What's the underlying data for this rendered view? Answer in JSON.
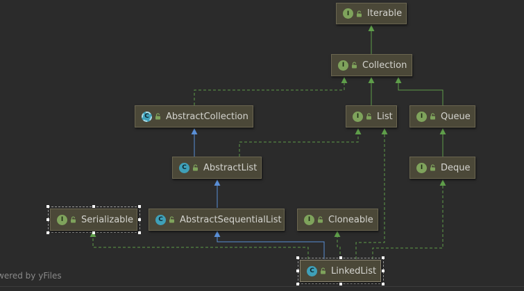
{
  "nodes": {
    "iterable": {
      "label": "Iterable",
      "kind": "interface"
    },
    "collection": {
      "label": "Collection",
      "kind": "interface"
    },
    "abstract_collection": {
      "label": "AbstractCollection",
      "kind": "abstract-class"
    },
    "list": {
      "label": "List",
      "kind": "interface"
    },
    "queue": {
      "label": "Queue",
      "kind": "interface"
    },
    "abstract_list": {
      "label": "AbstractList",
      "kind": "class"
    },
    "deque": {
      "label": "Deque",
      "kind": "interface"
    },
    "serializable": {
      "label": "Serializable",
      "kind": "interface"
    },
    "abstract_sequential_list": {
      "label": "AbstractSequentialList",
      "kind": "class"
    },
    "cloneable": {
      "label": "Cloneable",
      "kind": "interface"
    },
    "linked_list": {
      "label": "LinkedList",
      "kind": "class"
    }
  },
  "edges": [
    {
      "from": "Collection",
      "to": "Iterable",
      "type": "extends"
    },
    {
      "from": "AbstractCollection",
      "to": "Collection",
      "type": "implements"
    },
    {
      "from": "List",
      "to": "Collection",
      "type": "extends"
    },
    {
      "from": "Queue",
      "to": "Collection",
      "type": "extends"
    },
    {
      "from": "AbstractList",
      "to": "AbstractCollection",
      "type": "extends-class"
    },
    {
      "from": "AbstractList",
      "to": "List",
      "type": "implements"
    },
    {
      "from": "Deque",
      "to": "Queue",
      "type": "extends"
    },
    {
      "from": "AbstractSequentialList",
      "to": "AbstractList",
      "type": "extends-class"
    },
    {
      "from": "LinkedList",
      "to": "AbstractSequentialList",
      "type": "extends-class"
    },
    {
      "from": "LinkedList",
      "to": "Serializable",
      "type": "implements"
    },
    {
      "from": "LinkedList",
      "to": "Cloneable",
      "type": "implements"
    },
    {
      "from": "LinkedList",
      "to": "List",
      "type": "implements"
    },
    {
      "from": "LinkedList",
      "to": "Deque",
      "type": "implements"
    }
  ],
  "icons": {
    "interface": "I",
    "class": "C",
    "lock": "unlock-icon"
  },
  "colors": {
    "background": "#2b2b2b",
    "node_fill": "#4b4838",
    "interface_icon": "#7fa35c",
    "class_icon": "#3fa0b8",
    "implements_edge": "#5f9e4a",
    "extends_class_edge": "#5a8fd6"
  },
  "watermark": "wered by yFiles"
}
